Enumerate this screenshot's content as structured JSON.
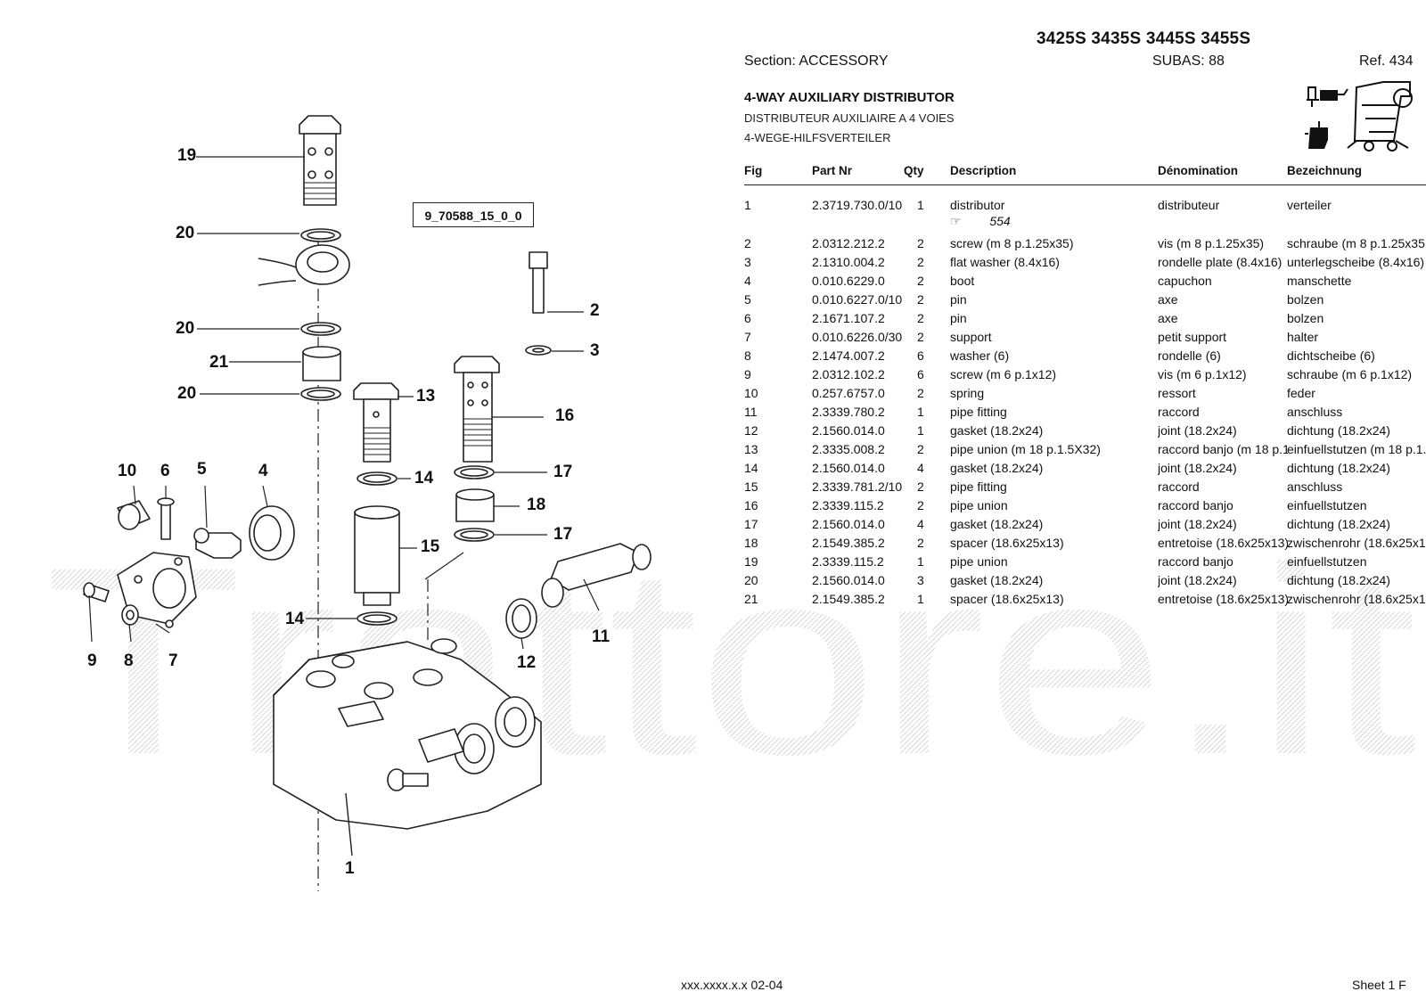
{
  "header": {
    "models": "3425S 3435S 3445S 3455S",
    "section": "Section: ACCESSORY",
    "subas": "SUBAS: 88",
    "ref": "Ref. 434",
    "title": "4-WAY AUXILIARY DISTRIBUTOR",
    "title_fr": "DISTRIBUTEUR AUXILIAIRE A 4 VOIES",
    "title_de": "4-WEGE-HILFSVERTEILER"
  },
  "diagram": {
    "ref_code": "9_70588_15_0_0",
    "callouts": [
      "19",
      "20",
      "20",
      "21",
      "20",
      "13",
      "16",
      "14",
      "17",
      "18",
      "17",
      "15",
      "14",
      "2",
      "3",
      "10",
      "6",
      "5",
      "4",
      "9",
      "8",
      "7",
      "12",
      "11",
      "1"
    ],
    "watermark": "Trattore.it"
  },
  "table": {
    "columns": [
      "Fig",
      "Part Nr",
      "Qty",
      "Description",
      "Dénomination",
      "Bezeichnung"
    ],
    "subref_symbol": "☞",
    "subref_value": "554",
    "rows": [
      {
        "fig": "1",
        "part": "2.3719.730.0/10",
        "qty": "1",
        "desc": "distributor",
        "den": "distributeur",
        "bez": "verteiler"
      },
      {
        "fig": "2",
        "part": "2.0312.212.2",
        "qty": "2",
        "desc": "screw (m 8 p.1.25x35)",
        "den": "vis (m 8 p.1.25x35)",
        "bez": "schraube (m 8 p.1.25x35"
      },
      {
        "fig": "3",
        "part": "2.1310.004.2",
        "qty": "2",
        "desc": "flat washer (8.4x16)",
        "den": "rondelle plate (8.4x16)",
        "bez": "unterlegscheibe (8.4x16)"
      },
      {
        "fig": "4",
        "part": "0.010.6229.0",
        "qty": "2",
        "desc": "boot",
        "den": "capuchon",
        "bez": "manschette"
      },
      {
        "fig": "5",
        "part": "0.010.6227.0/10",
        "qty": "2",
        "desc": "pin",
        "den": "axe",
        "bez": "bolzen"
      },
      {
        "fig": "6",
        "part": "2.1671.107.2",
        "qty": "2",
        "desc": "pin",
        "den": "axe",
        "bez": "bolzen"
      },
      {
        "fig": "7",
        "part": "0.010.6226.0/30",
        "qty": "2",
        "desc": "support",
        "den": "petit support",
        "bez": "halter"
      },
      {
        "fig": "8",
        "part": "2.1474.007.2",
        "qty": "6",
        "desc": "washer (6)",
        "den": "rondelle (6)",
        "bez": "dichtscheibe (6)"
      },
      {
        "fig": "9",
        "part": "2.0312.102.2",
        "qty": "6",
        "desc": "screw (m 6 p.1x12)",
        "den": "vis (m 6 p.1x12)",
        "bez": "schraube (m 6 p.1x12)"
      },
      {
        "fig": "10",
        "part": "0.257.6757.0",
        "qty": "2",
        "desc": "spring",
        "den": "ressort",
        "bez": "feder"
      },
      {
        "fig": "11",
        "part": "2.3339.780.2",
        "qty": "1",
        "desc": "pipe fitting",
        "den": "raccord",
        "bez": "anschluss"
      },
      {
        "fig": "12",
        "part": "2.1560.014.0",
        "qty": "1",
        "desc": "gasket (18.2x24)",
        "den": "joint (18.2x24)",
        "bez": "dichtung (18.2x24)"
      },
      {
        "fig": "13",
        "part": "2.3335.008.2",
        "qty": "2",
        "desc": "pipe union (m 18 p.1.5X32)",
        "den": "raccord banjo (m 18 p.1",
        "bez": "einfuellstutzen (m 18 p.1."
      },
      {
        "fig": "14",
        "part": "2.1560.014.0",
        "qty": "4",
        "desc": "gasket (18.2x24)",
        "den": "joint (18.2x24)",
        "bez": "dichtung (18.2x24)"
      },
      {
        "fig": "15",
        "part": "2.3339.781.2/10",
        "qty": "2",
        "desc": "pipe fitting",
        "den": "raccord",
        "bez": "anschluss"
      },
      {
        "fig": "16",
        "part": "2.3339.115.2",
        "qty": "2",
        "desc": "pipe union",
        "den": "raccord banjo",
        "bez": "einfuellstutzen"
      },
      {
        "fig": "17",
        "part": "2.1560.014.0",
        "qty": "4",
        "desc": "gasket (18.2x24)",
        "den": "joint (18.2x24)",
        "bez": "dichtung (18.2x24)"
      },
      {
        "fig": "18",
        "part": "2.1549.385.2",
        "qty": "2",
        "desc": "spacer (18.6x25x13)",
        "den": "entretoise (18.6x25x13)",
        "bez": "zwischenrohr (18.6x25x1"
      },
      {
        "fig": "19",
        "part": "2.3339.115.2",
        "qty": "1",
        "desc": "pipe union",
        "den": "raccord banjo",
        "bez": "einfuellstutzen"
      },
      {
        "fig": "20",
        "part": "2.1560.014.0",
        "qty": "3",
        "desc": "gasket (18.2x24)",
        "den": "joint (18.2x24)",
        "bez": "dichtung (18.2x24)"
      },
      {
        "fig": "21",
        "part": "2.1549.385.2",
        "qty": "1",
        "desc": "spacer (18.6x25x13)",
        "den": "entretoise (18.6x25x13)",
        "bez": "zwischenrohr (18.6x25x1"
      }
    ]
  },
  "footer": {
    "doc_code": "xxx.xxxx.x.x  02-04",
    "sheet": "Sheet 1 F"
  }
}
